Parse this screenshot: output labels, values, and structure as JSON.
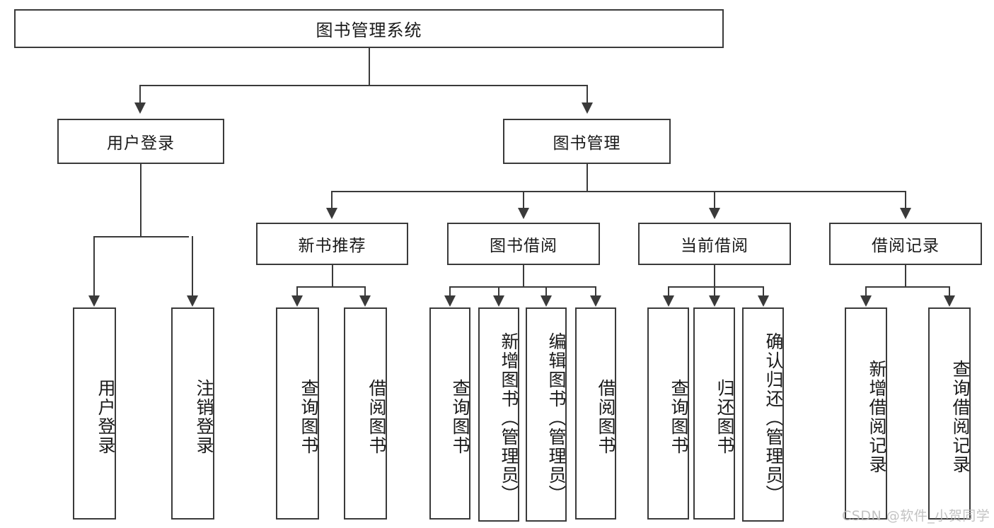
{
  "diagram": {
    "title": "图书管理系统",
    "root": {
      "label": "图书管理系统"
    },
    "level2": [
      {
        "label": "用户登录"
      },
      {
        "label": "图书管理"
      }
    ],
    "level3": [
      {
        "label": "新书推荐"
      },
      {
        "label": "图书借阅"
      },
      {
        "label": "当前借阅"
      },
      {
        "label": "借阅记录"
      }
    ],
    "leaves": {
      "user_login": [
        {
          "label": "用户登录"
        },
        {
          "label": "注销登录"
        }
      ],
      "new_book_recommend": [
        {
          "label": "查询图书"
        },
        {
          "label": "借阅图书"
        }
      ],
      "book_borrow": [
        {
          "label": "查询图书"
        },
        {
          "label": "新增图书（管理员）"
        },
        {
          "label": "编辑图书（管理员）"
        },
        {
          "label": "借阅图书"
        }
      ],
      "current_borrow": [
        {
          "label": "查询图书"
        },
        {
          "label": "归还图书"
        },
        {
          "label": "确认归还（管理员）"
        }
      ],
      "borrow_record": [
        {
          "label": "新增借阅记录"
        },
        {
          "label": "查询借阅记录"
        }
      ]
    }
  },
  "watermark": {
    "text": "CSDN @软件_小贺同学"
  },
  "colors": {
    "stroke": "#3a3a3a",
    "text": "#1a1a1a",
    "background": "#ffffff",
    "watermark": "#b8b8b8"
  }
}
